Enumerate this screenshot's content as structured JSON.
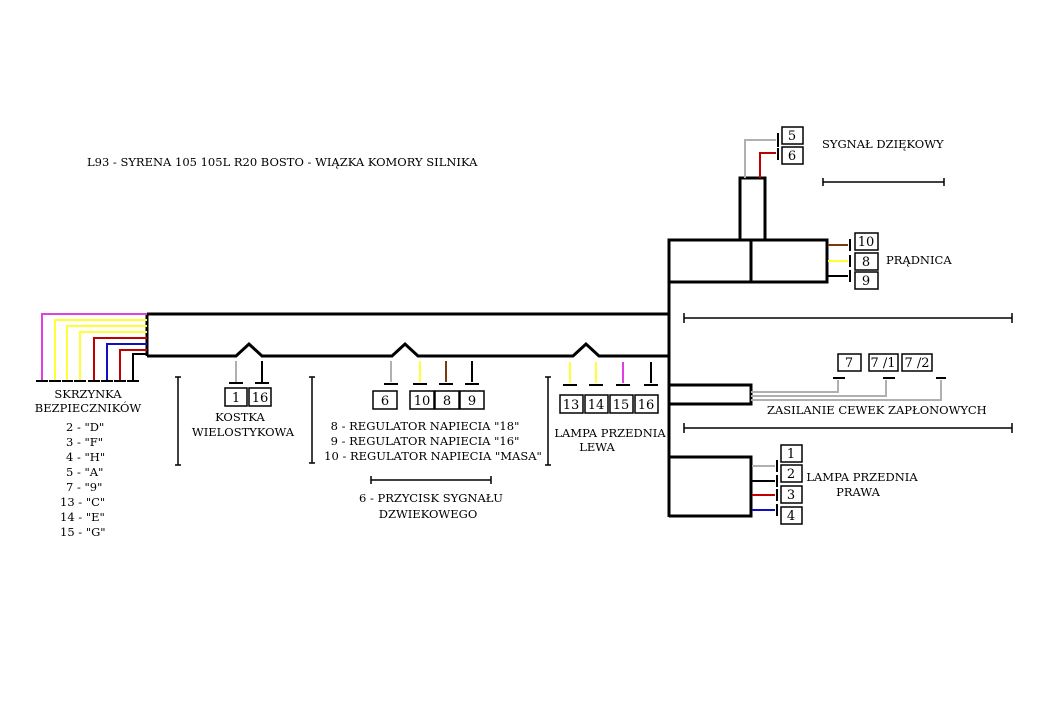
{
  "title": "L93 - SYRENA 105 105L R20 BOSTO - WIĄZKA KOMORY SILNIKA",
  "wire_colors": {
    "magenta": "#e040e0",
    "yellow": "#ffff33",
    "red": "#c00000",
    "blue": "#1010c0",
    "brown": "#7a3a10",
    "gray": "#b0b0b0",
    "black": "#000000"
  },
  "fusebox": {
    "label_line1": "SKRZYNKA",
    "label_line2": "BEZPIECZNIKÓW",
    "legend": [
      "2 - \"D\"",
      "3 - \"F\"",
      "4 - \"H\"",
      "5 - \"A\"",
      "7 - \"9\"",
      "13 - \"C\"",
      "14 - \"E\"",
      "15 - \"G\""
    ]
  },
  "kostka": {
    "pins": [
      "1",
      "16"
    ],
    "label_line1": "KOSTKA",
    "label_line2": "WIELOSTYKOWA"
  },
  "regulator": {
    "pins": [
      "6",
      "10",
      "8",
      "9"
    ],
    "notes": [
      "8 - REGULATOR NAPIECIA \"18\"",
      "9 - REGULATOR NAPIECIA \"16\"",
      "10 - REGULATOR NAPIECIA \"MASA\""
    ]
  },
  "horn_button": {
    "label_line1": "6 - PRZYCISK SYGNAŁU",
    "label_line2": "DZWIEKOWEGO"
  },
  "lamp_left": {
    "pins": [
      "13",
      "14",
      "15",
      "16"
    ],
    "label_line1": "LAMPA PRZEDNIA",
    "label_line2": "LEWA"
  },
  "signal": {
    "pins": [
      "5",
      "6"
    ],
    "label": "SYGNAŁ DZIĘKOWY"
  },
  "pradnica": {
    "pins": [
      "10",
      "8",
      "9"
    ],
    "label": "PRĄDNICA"
  },
  "ignition": {
    "pins": [
      "7",
      "7 /1",
      "7 /2"
    ],
    "label": "ZASILANIE CEWEK ZAPŁONOWYCH"
  },
  "lamp_right": {
    "pins": [
      "1",
      "2",
      "3",
      "4"
    ],
    "label_line1": "LAMPA PRZEDNIA",
    "label_line2": "PRAWA"
  }
}
